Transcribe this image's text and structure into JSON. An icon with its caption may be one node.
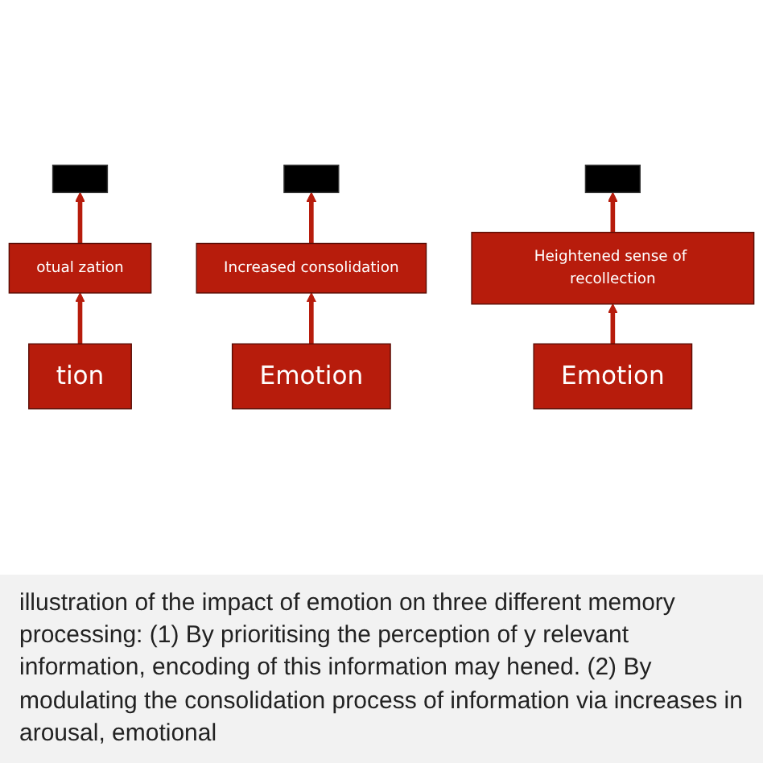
{
  "diagram": {
    "caption": "illustration of the impact of emotion on three different memory processing: (1) By prioritising the perception of y relevant information, encoding of this information may hened. (2) By modulating the consolidation process of information via increases in arousal, emotional",
    "nodes": [
      {
        "text": [],
        "shape": "box"
      },
      {
        "text": [],
        "shape": "box"
      },
      {
        "text": [],
        "shape": "box"
      },
      {
        "text": [
          "otual zation"
        ]
      },
      {
        "text": [
          "Increased consolidation"
        ]
      },
      {
        "text": [
          "Heightened sense of recollection"
        ]
      },
      {
        "text": [
          "tion"
        ]
      },
      {
        "text": [
          "Emotion"
        ]
      },
      {
        "text": [
          "Emotion"
        ]
      }
    ],
    "edges": [
      {
        "from": 3,
        "to": 0,
        "arrow": "to"
      },
      {
        "from": 6,
        "to": 3,
        "arrow": "to"
      },
      {
        "from": 4,
        "to": 1,
        "arrow": "to"
      },
      {
        "from": 7,
        "to": 4,
        "arrow": "to"
      },
      {
        "from": 5,
        "to": 2,
        "arrow": "to"
      },
      {
        "from": 8,
        "to": 5,
        "arrow": "to"
      }
    ]
  }
}
